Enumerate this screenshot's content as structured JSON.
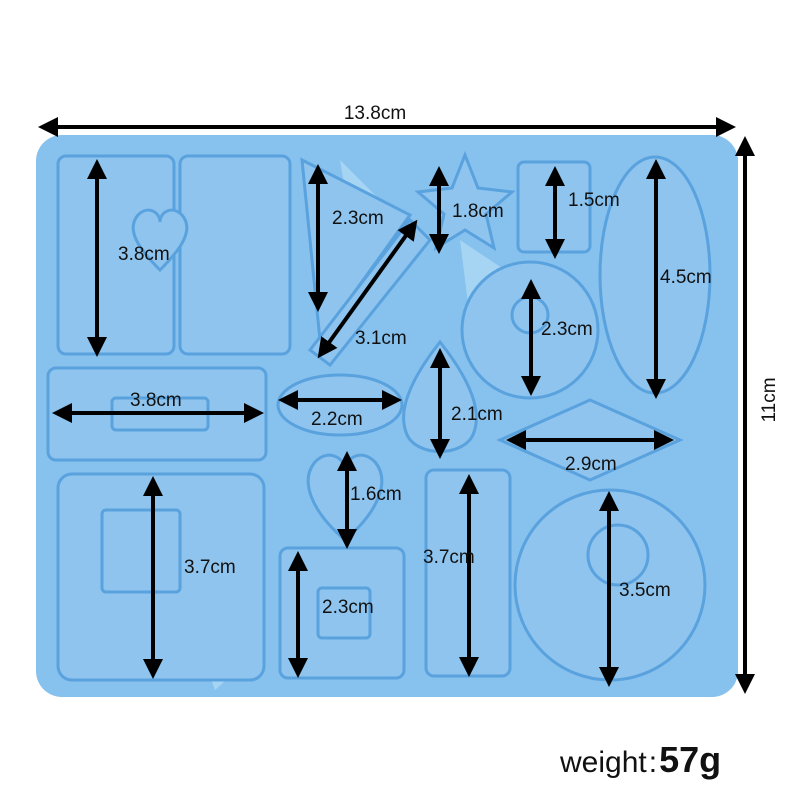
{
  "product": {
    "mold_color": "#87c1ee",
    "cavity_color": "#8ec4ee",
    "dimensions": {
      "width_label": "13.8cm",
      "height_label": "11cm"
    },
    "cavities": [
      {
        "shape": "rectangle-pendant-left",
        "label": "3.8cm"
      },
      {
        "shape": "triangle",
        "label": "2.3cm"
      },
      {
        "shape": "star",
        "label": "1.8cm"
      },
      {
        "shape": "small-rectangle",
        "label": "1.5cm"
      },
      {
        "shape": "oval",
        "label": "4.5cm"
      },
      {
        "shape": "diagonal-bar",
        "label": "3.1cm"
      },
      {
        "shape": "ring",
        "label": "2.3cm"
      },
      {
        "shape": "horizontal-rectangle",
        "label": "3.8cm"
      },
      {
        "shape": "eye",
        "label": "2.2cm"
      },
      {
        "shape": "teardrop",
        "label": "2.1cm"
      },
      {
        "shape": "rhombus",
        "label": "2.9cm"
      },
      {
        "shape": "heart",
        "label": "1.6cm"
      },
      {
        "shape": "large-square",
        "label": "3.7cm"
      },
      {
        "shape": "tall-rectangle",
        "label": "3.7cm"
      },
      {
        "shape": "small-square",
        "label": "2.3cm"
      },
      {
        "shape": "large-ring",
        "label": "3.5cm"
      }
    ]
  },
  "weight": {
    "label": "weight",
    "colon": ":",
    "value": "57g"
  }
}
